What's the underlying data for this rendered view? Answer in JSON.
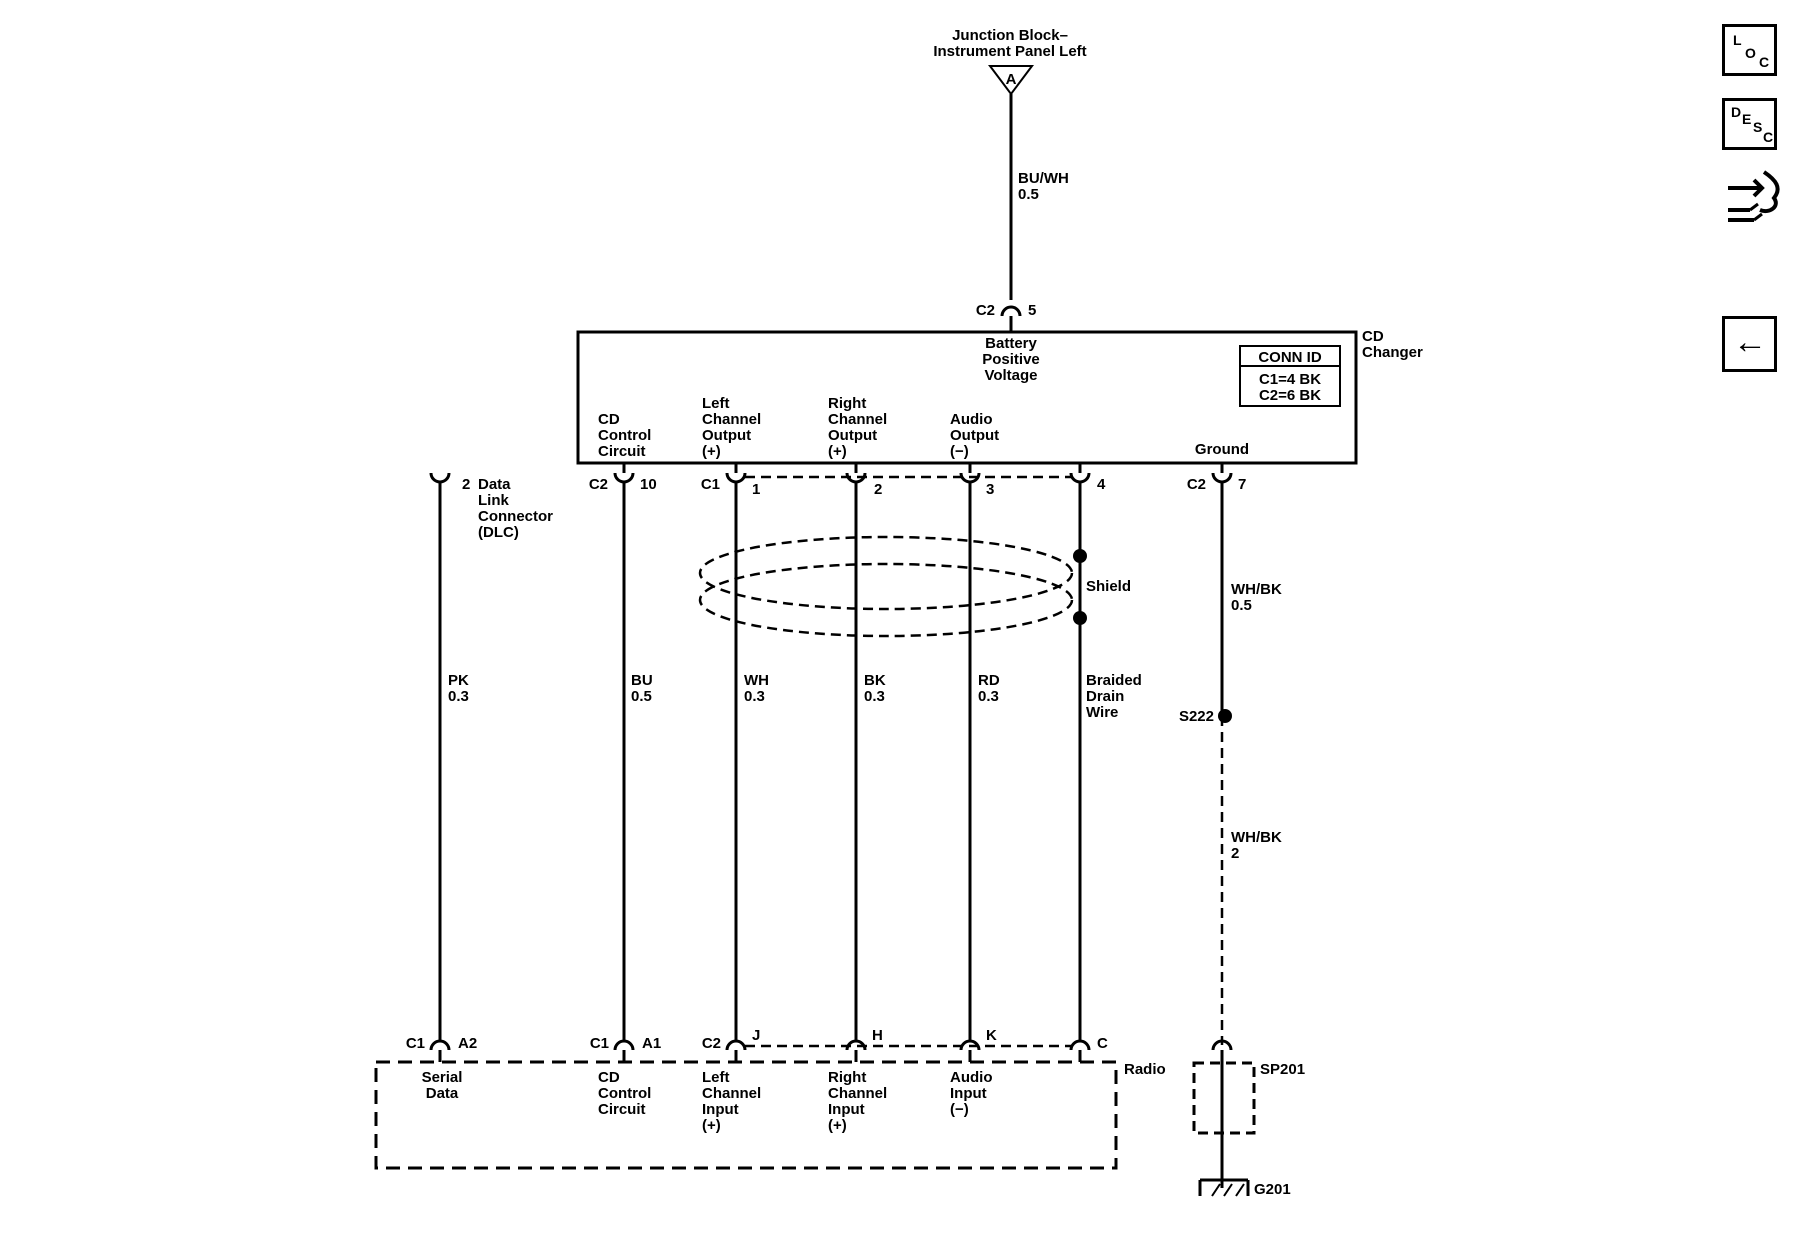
{
  "top": {
    "title_line1": "Junction Block–",
    "title_line2": "Instrument Panel Left",
    "terminal": "A",
    "wire_color": "BU/WH",
    "wire_size": "0.5",
    "conn_left": "C2",
    "conn_pin": "5"
  },
  "cd_changer": {
    "name_line1": "CD",
    "name_line2": "Changer",
    "battery": [
      "Battery",
      "Positive",
      "Voltage"
    ],
    "conn_id_title": "CONN ID",
    "conn_id_rows": [
      "C1=4 BK",
      "C2=6 BK"
    ],
    "labels": {
      "cd_control": [
        "CD",
        "Control",
        "Circuit"
      ],
      "left_out": [
        "Left",
        "Channel",
        "Output",
        "(+)"
      ],
      "right_out": [
        "Right",
        "Channel",
        "Output",
        "(+)"
      ],
      "audio_out": [
        "Audio",
        "Output",
        "(−)"
      ],
      "ground": "Ground"
    }
  },
  "pins_top": {
    "dlc_pin": "2",
    "dlc_label": [
      "Data",
      "Link",
      "Connector",
      "(DLC)"
    ],
    "cd_ctrl_conn": "C2",
    "cd_ctrl_pin": "10",
    "left_conn": "C1",
    "left_pin": "1",
    "right_pin": "2",
    "audio_pin": "3",
    "drain_pin": "4",
    "gnd_conn": "C2",
    "gnd_pin": "7"
  },
  "wires": {
    "pk": {
      "color": "PK",
      "size": "0.3"
    },
    "bu": {
      "color": "BU",
      "size": "0.5"
    },
    "wh": {
      "color": "WH",
      "size": "0.3"
    },
    "bk": {
      "color": "BK",
      "size": "0.3"
    },
    "rd": {
      "color": "RD",
      "size": "0.3"
    },
    "drain": [
      "Braided",
      "Drain",
      "Wire"
    ],
    "shield": "Shield",
    "gnd1": {
      "color": "WH/BK",
      "size": "0.5"
    },
    "gnd2": {
      "color": "WH/BK",
      "size": "2"
    },
    "splice": "S222"
  },
  "radio": {
    "name": "Radio",
    "pins": {
      "serial_conn": "C1",
      "serial_pin": "A2",
      "cd_conn": "C1",
      "cd_pin": "A1",
      "left_conn": "C2",
      "left_pin": "J",
      "right_pin": "H",
      "audio_pin": "K",
      "drain_pin": "C"
    },
    "labels": {
      "serial": [
        "Serial",
        "Data"
      ],
      "cd_control": [
        "CD",
        "Control",
        "Circuit"
      ],
      "left_in": [
        "Left",
        "Channel",
        "Input",
        "(+)"
      ],
      "right_in": [
        "Right",
        "Channel",
        "Input",
        "(+)"
      ],
      "audio_in": [
        "Audio",
        "Input",
        "(−)"
      ]
    }
  },
  "ground": {
    "sp": "SP201",
    "g": "G201"
  },
  "sidebar": {
    "loc": {
      "l": "L",
      "o": "O",
      "c": "C"
    },
    "desc": {
      "d": "D",
      "e": "E",
      "s": "S",
      "c": "C"
    },
    "back_arrow": "←"
  }
}
